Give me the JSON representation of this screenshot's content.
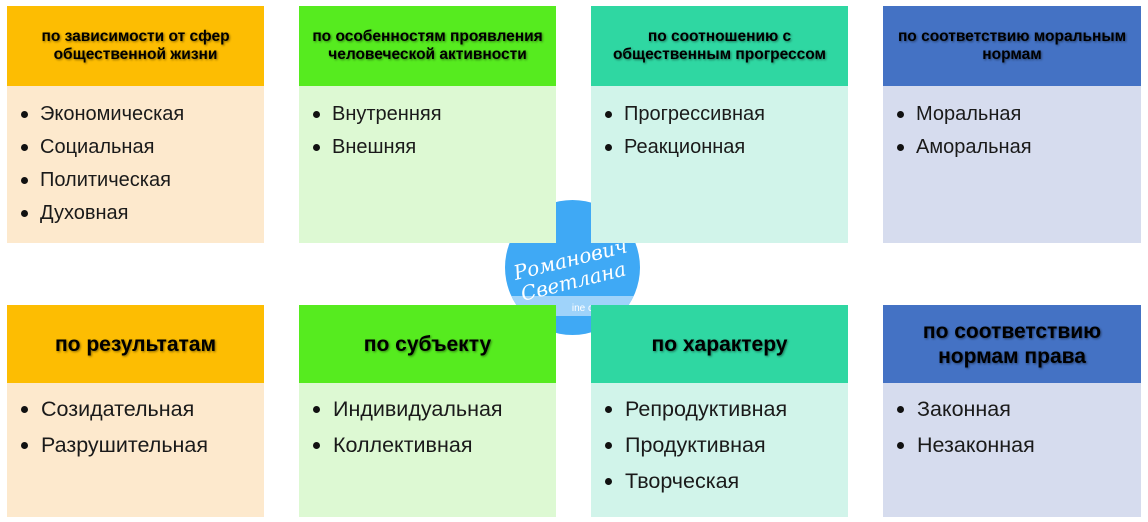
{
  "colors": {
    "orange_header": "#fdbd02",
    "orange_body": "#fde9cd",
    "green_header": "#56eb1f",
    "green_body": "#ddf9d3",
    "teal_header": "#2fd7a2",
    "teal_body": "#d1f4ea",
    "blue_header": "#4472c4",
    "blue_body": "#d6dcee",
    "logo_blue": "#3fa9f5"
  },
  "logo": {
    "line1": "Романович",
    "line2": "Светлана",
    "caption": "ine coa"
  },
  "cards": [
    {
      "title": "по зависимости от сфер общественной жизни",
      "items": [
        "Экономическая",
        "Социальная",
        "Политическая",
        "Духовная"
      ]
    },
    {
      "title": "по особенностям проявления человеческой активности",
      "items": [
        "Внутренняя",
        "Внешняя"
      ]
    },
    {
      "title": "по соотношению с общественным прогрессом",
      "items": [
        "Прогрессивная",
        "Реакционная"
      ]
    },
    {
      "title": "по соответствию моральным нормам",
      "items": [
        "Моральная",
        "Аморальная"
      ]
    },
    {
      "title": "по результатам",
      "items": [
        "Созидательная",
        "Разрушительная"
      ]
    },
    {
      "title": "по субъекту",
      "items": [
        "Индивидуальная",
        "Коллективная"
      ]
    },
    {
      "title": "по характеру",
      "items": [
        "Репродуктивная",
        "Продуктивная",
        "Творческая"
      ]
    },
    {
      "title": "по соответствию нормам права",
      "items": [
        "Законная",
        "Незаконная"
      ]
    }
  ]
}
